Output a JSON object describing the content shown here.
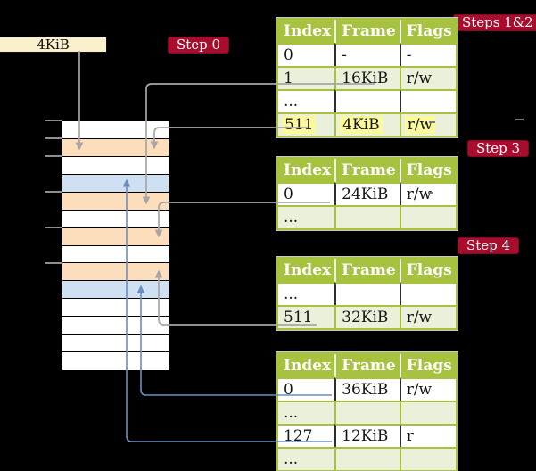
{
  "legend_box": {
    "label": "4KiB"
  },
  "badges": {
    "step0": "Step 0",
    "steps12": "Steps 1&2",
    "step3": "Step 3",
    "step4": "Step 4"
  },
  "table_headers": [
    "Index",
    "Frame",
    "Flags"
  ],
  "page_tables": [
    {
      "rows": [
        {
          "index": "0",
          "frame": "-",
          "flags": "-",
          "shaded": false,
          "highlight": false
        },
        {
          "index": "1",
          "frame": "16KiB",
          "flags": "r/w",
          "shaded": true,
          "highlight": false
        },
        {
          "index": "...",
          "frame": "",
          "flags": "",
          "shaded": false,
          "highlight": false
        },
        {
          "index": "511",
          "frame": "4KiB",
          "flags": "r/w",
          "shaded": true,
          "highlight": true
        }
      ]
    },
    {
      "rows": [
        {
          "index": "0",
          "frame": "24KiB",
          "flags": "r/w",
          "shaded": false,
          "highlight": false
        },
        {
          "index": "...",
          "frame": "",
          "flags": "",
          "shaded": true,
          "highlight": false
        }
      ]
    },
    {
      "rows": [
        {
          "index": "...",
          "frame": "",
          "flags": "",
          "shaded": false,
          "highlight": false
        },
        {
          "index": "511",
          "frame": "32KiB",
          "flags": "r/w",
          "shaded": true,
          "highlight": false
        }
      ]
    },
    {
      "rows": [
        {
          "index": "0",
          "frame": "36KiB",
          "flags": "r/w",
          "shaded": false,
          "highlight": false
        },
        {
          "index": "...",
          "frame": "",
          "flags": "",
          "shaded": true,
          "highlight": false
        },
        {
          "index": "127",
          "frame": "12KiB",
          "flags": "r",
          "shaded": false,
          "highlight": false
        },
        {
          "index": "...",
          "frame": "",
          "flags": "",
          "shaded": true,
          "highlight": false
        }
      ]
    }
  ],
  "memory_column": {
    "rows": [
      "white",
      "peach",
      "white",
      "blue",
      "peach",
      "white",
      "peach",
      "white",
      "peach",
      "blue",
      "white",
      "white",
      "white",
      "white"
    ]
  },
  "colors": {
    "badge_red": "#A80D2E",
    "header_green": "#A6C23E",
    "row_green": "#EBF0DA",
    "highlight_yellow": "#FCF99C",
    "frame_peach": "#FCDEBC",
    "frame_blue": "#CFE0F3",
    "legend_cream": "#FAF0CE",
    "arrow_gray": "#A6A6A6",
    "arrow_blue": "#6C8EBF"
  }
}
